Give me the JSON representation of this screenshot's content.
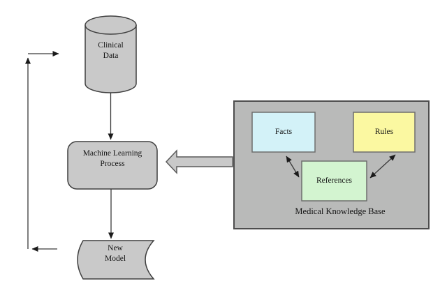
{
  "diagram": {
    "nodes": {
      "clinical_data": {
        "label": "Clinical\nData"
      },
      "ml_process": {
        "label": "Machine Learning\nProcess"
      },
      "new_model": {
        "label": "New\nModel"
      },
      "facts": {
        "label": "Facts",
        "fill": "#d3f2f8"
      },
      "rules": {
        "label": "Rules",
        "fill": "#fbf8a1"
      },
      "references": {
        "label": "References",
        "fill": "#d3f4d0"
      },
      "knowledge_base": {
        "label": "Medical Knowledge Base",
        "fill": "#b9bab9"
      }
    },
    "colors": {
      "shape_fill": "#c9c9c9",
      "arrow_fill": "#c9c9c9",
      "line": "#3a3a3a",
      "background": "#ffffff"
    }
  }
}
